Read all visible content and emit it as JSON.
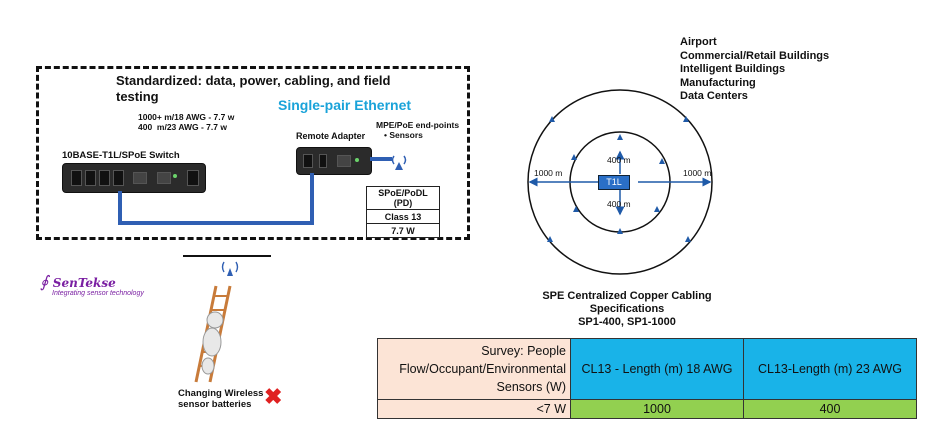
{
  "left_panel": {
    "headline": "Standardized: data, power, cabling, and field testing",
    "spe_title": "Single-pair Ethernet",
    "spec_line1": "1000+ m/18 AWG - 7.7 w",
    "spec_line2": "400  m/23 AWG - 7.7 w",
    "switch_label": "10BASE-T1L/SPoE Switch",
    "adapter_label": "Remote Adapter",
    "endpoints_label": "MPE/PoE end-points",
    "endpoints_bullet": "Sensors",
    "spoe_table": [
      "SPoE/PoDL (PD)",
      "Class 13",
      "7.7 W"
    ],
    "colors": {
      "spe_title": "#1aa3d9",
      "cable": "#2f5fb3"
    }
  },
  "logo": {
    "name": "SenTekse",
    "tagline": "Integrating sensor technology",
    "color": "#7a1fa2"
  },
  "wireless_note": {
    "label": "Changing Wireless sensor batteries",
    "mark": "red-x-icon"
  },
  "applications": [
    "Airport",
    "Commercial/Retail Buildings",
    "Intelligent Buildings",
    "Manufacturing",
    "Data Centers"
  ],
  "range_diagram": {
    "center_label": "T1L",
    "inner_top": "400 m",
    "inner_bottom": "400 m",
    "outer_left": "1000 m",
    "outer_right": "1000 m"
  },
  "caption": {
    "line1": "SPE Centralized Copper Cabling",
    "line2": "Specifications",
    "line3": "SP1-400, SP1-1000"
  },
  "table": {
    "header_a": "Survey: People Flow/Occupant/Environmental Sensors (W)",
    "header_b": "CL13 - Length (m) 18 AWG",
    "header_c": "CL13-Length (m) 23 AWG",
    "row_a": "<7 W",
    "row_b": "1000",
    "row_c": "400",
    "colors": {
      "header_a": "#fce4d6",
      "header_bc": "#19b3e8",
      "row_bc": "#92d050"
    }
  }
}
